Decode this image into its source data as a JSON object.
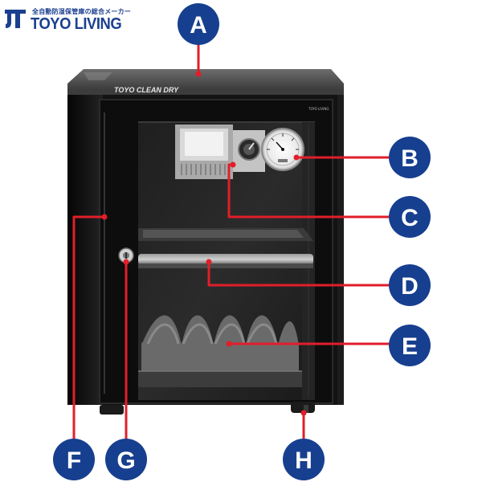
{
  "brand": {
    "tagline": "全自動防湿保管庫の総合メーカー",
    "name": "TOYO LIVING"
  },
  "cabinet": {
    "top_label": "TOYO CLEAN DRY",
    "corner_label": "TOYO LIVING"
  },
  "callouts": [
    "A",
    "B",
    "C",
    "D",
    "E",
    "F",
    "G",
    "H"
  ],
  "colors": {
    "badge": "#173f8f",
    "leader_line": "#e11e2a",
    "brand": "#1a3f8f",
    "cabinet_body": "#141414"
  }
}
